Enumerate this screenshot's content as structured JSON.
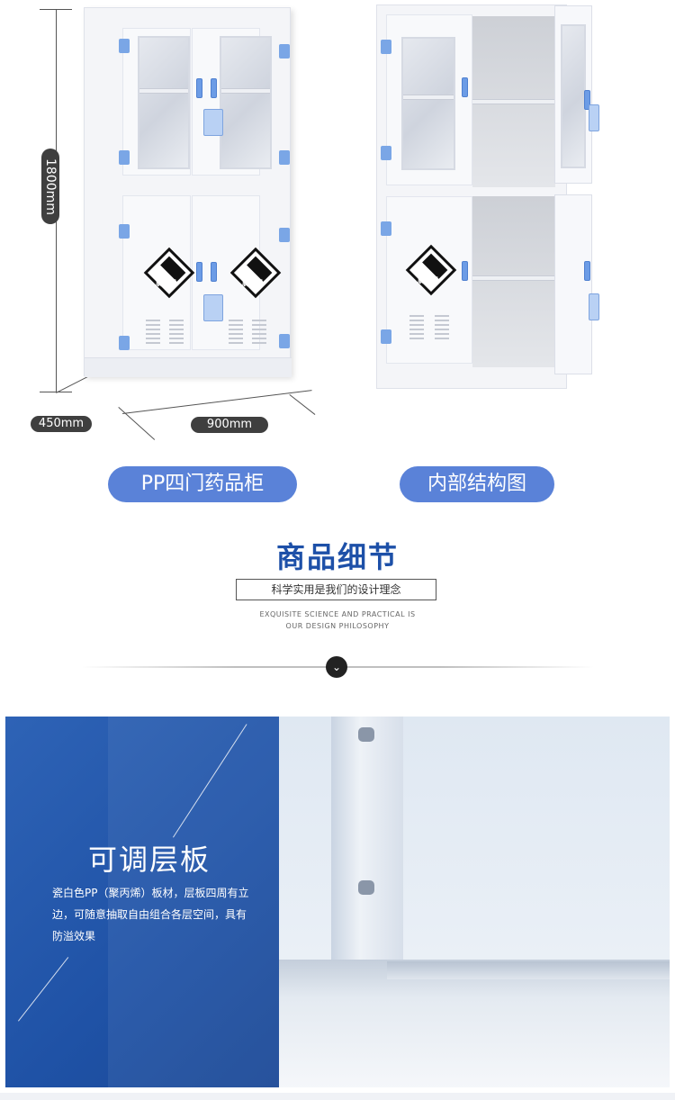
{
  "dimensions": {
    "height": "1800mm",
    "depth": "450mm",
    "width": "900mm"
  },
  "product_labels": {
    "left": "PP四门药品柜",
    "right": "内部结构图"
  },
  "hazard_label": "腐蚀品",
  "section": {
    "title": "商品细节",
    "subtitle": "科学实用是我们的设计理念",
    "en_line_1": "EXQUISITE SCIENCE AND PRACTICAL IS",
    "en_line_2": "OUR DESIGN PHILOSOPHY",
    "chevron_icon": "chevron-down-icon"
  },
  "detail": {
    "title": "可调层板",
    "description": "瓷白色PP（聚丙烯）板材，层板四周有立边，可随意抽取自由组合各层空间，具有防溢效果"
  },
  "colors": {
    "accent_blue": "#5a82d8",
    "title_blue": "#1d50a8",
    "banner_blue": "#2a5cb0",
    "hinge_blue": "#7aa6e6"
  }
}
